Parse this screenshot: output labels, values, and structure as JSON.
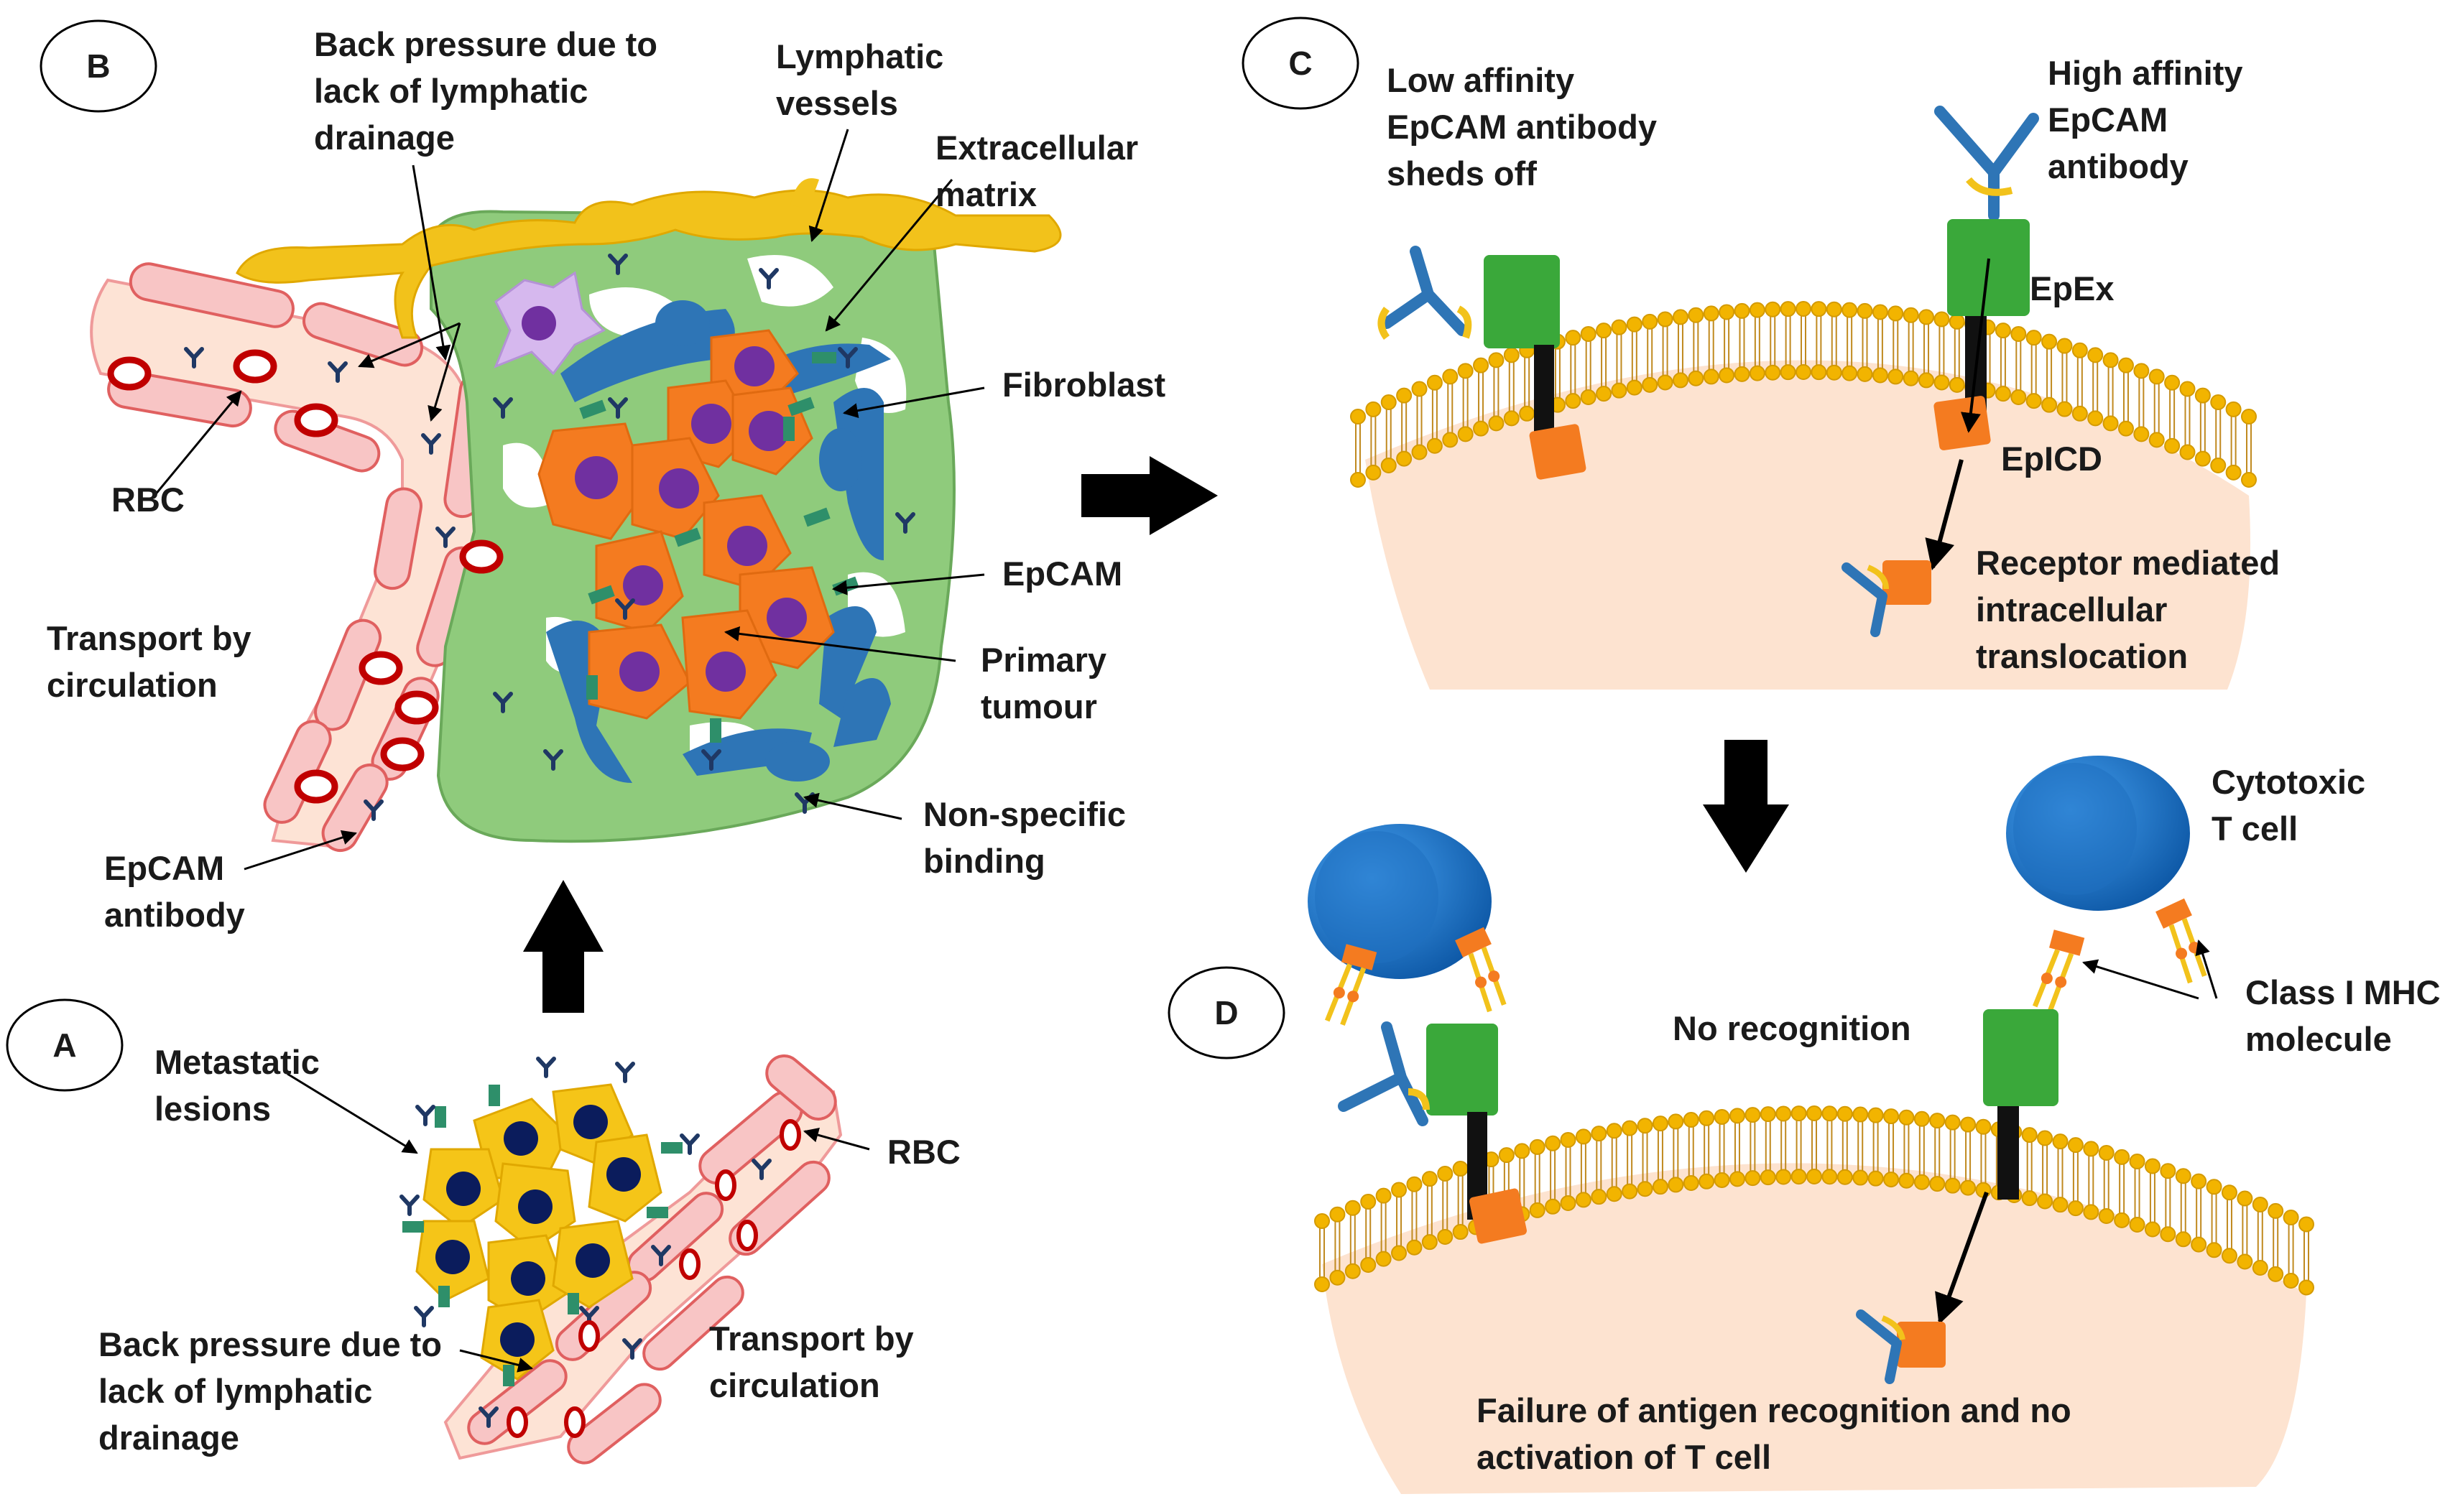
{
  "panels": {
    "a": "A",
    "b": "B",
    "c": "C",
    "d": "D"
  },
  "panel_b": {
    "back_pressure": [
      "Back pressure due to",
      "lack of lymphatic",
      "drainage"
    ],
    "lymphatic_vessels": [
      "Lymphatic",
      "vessels"
    ],
    "extracellular_matrix": [
      "Extracellular",
      "matrix"
    ],
    "fibroblast": "Fibroblast",
    "epcam": "EpCAM",
    "primary_tumour": [
      "Primary",
      "tumour"
    ],
    "non_specific_binding": [
      "Non-specific",
      "binding"
    ],
    "rbc": "RBC",
    "transport": [
      "Transport by",
      "circulation"
    ],
    "epcam_antibody": [
      "EpCAM",
      "antibody"
    ]
  },
  "panel_a": {
    "metastatic_lesions": [
      "Metastatic",
      "lesions"
    ],
    "rbc": "RBC",
    "back_pressure": [
      "Back pressure due to",
      "lack of lymphatic",
      "drainage"
    ],
    "transport": [
      "Transport by",
      "circulation"
    ]
  },
  "panel_c": {
    "low_affinity": [
      "Low affinity",
      "EpCAM antibody",
      "sheds off"
    ],
    "high_affinity": [
      "High affinity",
      "EpCAM",
      "antibody"
    ],
    "epex": "EpEx",
    "epicd": "EpICD",
    "receptor": [
      "Receptor mediated",
      "intracellular",
      "translocation"
    ]
  },
  "panel_d": {
    "cytotoxic": [
      "Cytotoxic",
      "T cell"
    ],
    "no_recognition": "No recognition",
    "mhc": [
      "Class I MHC",
      "molecule"
    ],
    "failure": [
      "Failure of antigen recognition and no",
      "activation of T cell"
    ]
  },
  "colors": {
    "tumour_cell": "#f47b20",
    "nucleus": "#7030a0",
    "fibroblast": "#2e75b6",
    "ecm": "#8fcb7c",
    "lymphatic": "#f2c21b",
    "vessel": "#fde3d5",
    "rbc_ring": "#c00000",
    "antibody": "#1f3864",
    "epcam_green": "#3aa83a",
    "membrane_head": "#f2b400",
    "cytoplasm": "#fde3d0",
    "tcell": "#1f77d0",
    "metastatic_cell": "#f5c518"
  }
}
